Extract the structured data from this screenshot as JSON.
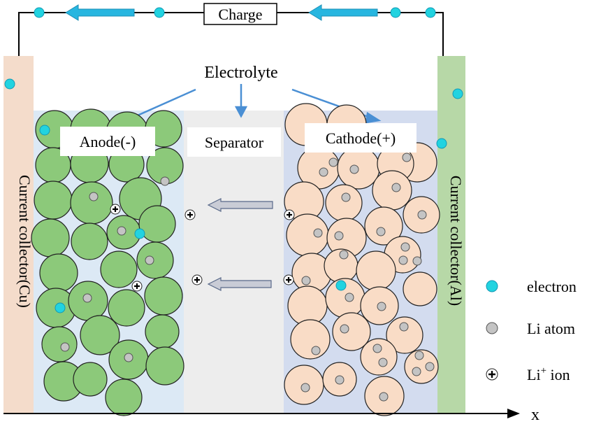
{
  "labels": {
    "charge": "Charge",
    "electrolyte": "Electrolyte",
    "anode": "Anode(-)",
    "separator": "Separator",
    "cathode": "Cathode(+)",
    "collector_left": "Current collector(Cu)",
    "collector_right": "Current collector(Al)",
    "axis_x": "x"
  },
  "legend": {
    "electron": "electron",
    "li_atom": "Li atom",
    "li_ion_base": "Li",
    "li_ion_sup": "+",
    "li_ion_rest": " ion"
  },
  "colors": {
    "electron": "#22d3e0",
    "li_atom": "#c4c4c4",
    "anode_particle": "#8cc97a",
    "cathode_particle": "#f9dcc6",
    "arrow_blue": "#27b6e0",
    "collector_cu": "#f4dccb",
    "collector_al": "#b7d8a7"
  }
}
